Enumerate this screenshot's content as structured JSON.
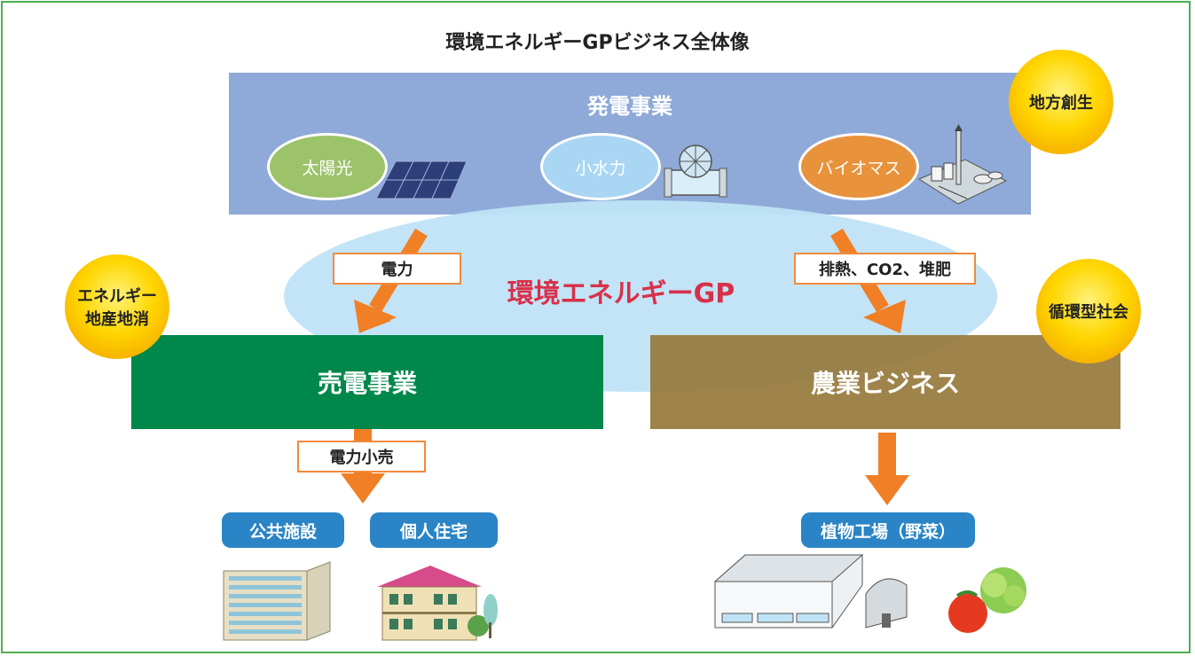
{
  "title": "環境エネルギーGPビジネス全体像",
  "generation": {
    "title": "発電事業",
    "sources": [
      {
        "label": "太陽光",
        "color": "#9cc26a"
      },
      {
        "label": "小水力",
        "color": "#a9d6f3"
      },
      {
        "label": "バイオマス",
        "color": "#e8923c"
      }
    ]
  },
  "center": {
    "label": "環境エネルギーGP",
    "color": "#d8304a"
  },
  "flows": {
    "power": "電力",
    "byproducts": "排熱、CO2、堆肥",
    "retail": "電力小売"
  },
  "businesses": {
    "power_sale": {
      "label": "売電事業",
      "color": "#00874a"
    },
    "agri": {
      "label": "農業ビジネス",
      "color": "#9a7d45"
    }
  },
  "badges": {
    "regional": "地方創生",
    "local_energy_line1": "エネルギー",
    "local_energy_line2": "地産地消",
    "circular": "循環型社会"
  },
  "customers": {
    "public": "公共施設",
    "home": "個人住宅",
    "plant_factory": "植物工場（野菜）"
  }
}
